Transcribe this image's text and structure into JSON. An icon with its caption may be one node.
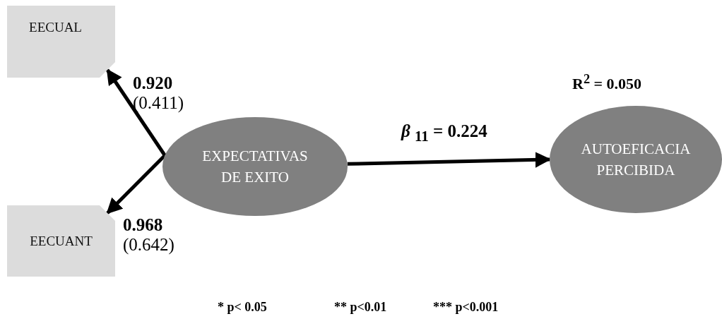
{
  "diagram": {
    "nodes": [
      {
        "text": [
          "EECUAL"
        ]
      },
      {
        "text": [
          "EECUANT"
        ]
      },
      {
        "text": [
          "EXPECTATIVAS DE EXITO"
        ]
      },
      {
        "text": [
          "AUTOEFICACIA PERCIBIDA"
        ],
        "beside": [
          "R$^{2}$ = 0.050"
        ]
      }
    ],
    "edges": [
      {
        "from": 2,
        "to": 0,
        "arrow": "to",
        "label": "**0.920** (0.411)"
      },
      {
        "from": 2,
        "to": 1,
        "arrow": "to",
        "label": "**0.968** (0.642)"
      },
      {
        "from": 2,
        "to": 3,
        "arrow": "to",
        "label": "*β* $_{11}$ = 0.224"
      }
    ],
    "labels": [
      "* p< 0.05",
      "** p<0.01",
      "*** p<0.001"
    ]
  }
}
